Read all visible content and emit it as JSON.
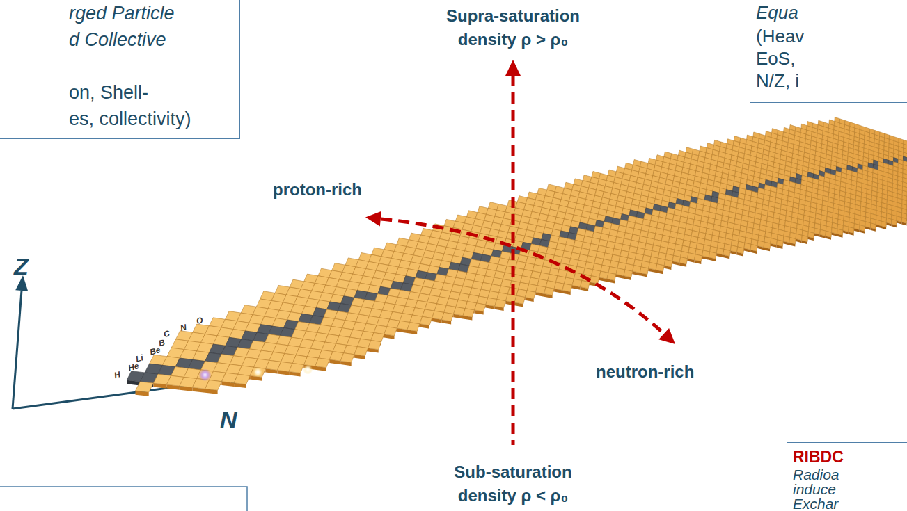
{
  "diagram": {
    "nodes": [
      {
        "text": [
          "rged Particle",
          "d Collective",
          "on, Shell-",
          "es, collectivity)"
        ]
      },
      {
        "text": [
          "Equa",
          "(Heav",
          "EoS,",
          "N/Z, i"
        ]
      },
      {
        "text": [
          "RIBDC",
          "Radioa",
          "induce",
          "Exchar"
        ]
      }
    ],
    "labels": [
      "Supra-saturation density ρ > ρ₀",
      "proton-rich",
      "neutron-rich",
      "Sub-saturation density ρ < ρ₀",
      "Z",
      "N",
      "H",
      "He",
      "Li",
      "Be",
      "B",
      "C",
      "N",
      "O"
    ]
  }
}
